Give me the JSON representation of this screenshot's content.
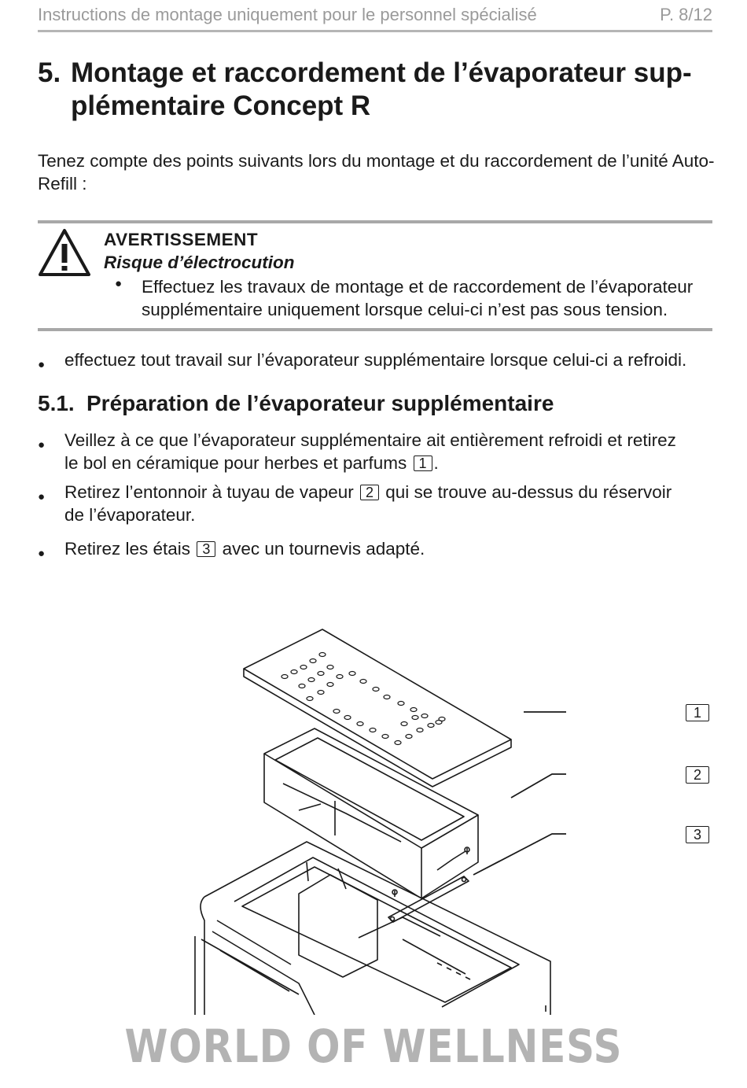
{
  "header": {
    "left_text": "Instructions de montage uniquement pour le personnel spécialisé",
    "page": "P. 8/12"
  },
  "section": {
    "number": "5.",
    "title_line1": "Montage et raccordement de l’évaporateur sup-",
    "title_line2": "plémentaire Concept R"
  },
  "intro": "Tenez compte des points suivants lors du montage et du raccordement de l’unité Auto-Refill :",
  "warning": {
    "title": "AVERTISSEMENT",
    "subtitle": "Risque d’électrocution",
    "bullet": "●",
    "text": "Effectuez les travaux de montage et de raccordement de l’évaporateur supplémentaire uniquement lorsque celui-ci n’est pas sous tension."
  },
  "note_bullet": "effectuez tout travail sur l’évaporateur supplémentaire lorsque celui-ci a refroidi.",
  "subsection": {
    "number": "5.1.",
    "title": "Préparation de l’évaporateur supplémentaire"
  },
  "steps": {
    "s1_line1": "Veillez à ce que l’évaporateur supplémentaire ait entièrement refroidi et retirez",
    "s1_line2_pre": "le bol en céramique pour herbes et parfums",
    "s1_ref": "1",
    "s1_line2_post": ".",
    "s2_pre": "Retirez l’entonnoir à tuyau de vapeur",
    "s2_ref": "2",
    "s2_post": "qui se trouve au-dessus du réservoir",
    "s2_line2": "de l’évaporateur.",
    "s3_pre": "Retirez les étais",
    "s3_ref": "3",
    "s3_post": "avec un tournevis adapté."
  },
  "callouts": [
    "1",
    "2",
    "3"
  ],
  "footer": "WORLD OF WELLNESS",
  "colors": {
    "text": "#1a1a1a",
    "gray": "#9a9a9a",
    "rule": "#b5b5b5",
    "footer": "#b3b3b3"
  }
}
